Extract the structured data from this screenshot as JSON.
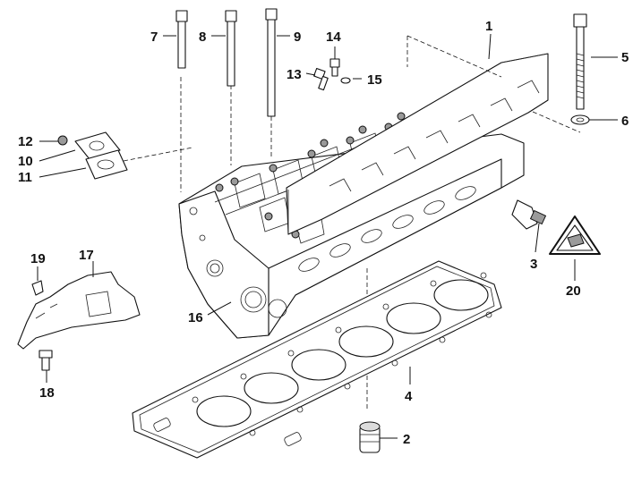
{
  "diagram": {
    "callouts": [
      {
        "id": "c1",
        "label": "1",
        "part": "cylinder-head-cover-trim"
      },
      {
        "id": "c2",
        "label": "2",
        "part": "dowel-sleeve"
      },
      {
        "id": "c3",
        "label": "3",
        "part": "temperature-sensor"
      },
      {
        "id": "c4",
        "label": "4",
        "part": "cylinder-head-gasket"
      },
      {
        "id": "c5",
        "label": "5",
        "part": "head-bolt"
      },
      {
        "id": "c6",
        "label": "6",
        "part": "washer"
      },
      {
        "id": "c7",
        "label": "7",
        "part": "bolt"
      },
      {
        "id": "c8",
        "label": "8",
        "part": "bolt"
      },
      {
        "id": "c9",
        "label": "9",
        "part": "bolt"
      },
      {
        "id": "c10",
        "label": "10",
        "part": "flange-cover"
      },
      {
        "id": "c11",
        "label": "11",
        "part": "gasket"
      },
      {
        "id": "c12",
        "label": "12",
        "part": "nut"
      },
      {
        "id": "c13",
        "label": "13",
        "part": "bolt"
      },
      {
        "id": "c14",
        "label": "14",
        "part": "bolt"
      },
      {
        "id": "c15",
        "label": "15",
        "part": "seal"
      },
      {
        "id": "c16",
        "label": "16",
        "part": "cylinder-head"
      },
      {
        "id": "c17",
        "label": "17",
        "part": "bracket"
      },
      {
        "id": "c18",
        "label": "18",
        "part": "bolt"
      },
      {
        "id": "c19",
        "label": "19",
        "part": "clip"
      },
      {
        "id": "c20",
        "label": "20",
        "part": "warning-label"
      }
    ]
  }
}
